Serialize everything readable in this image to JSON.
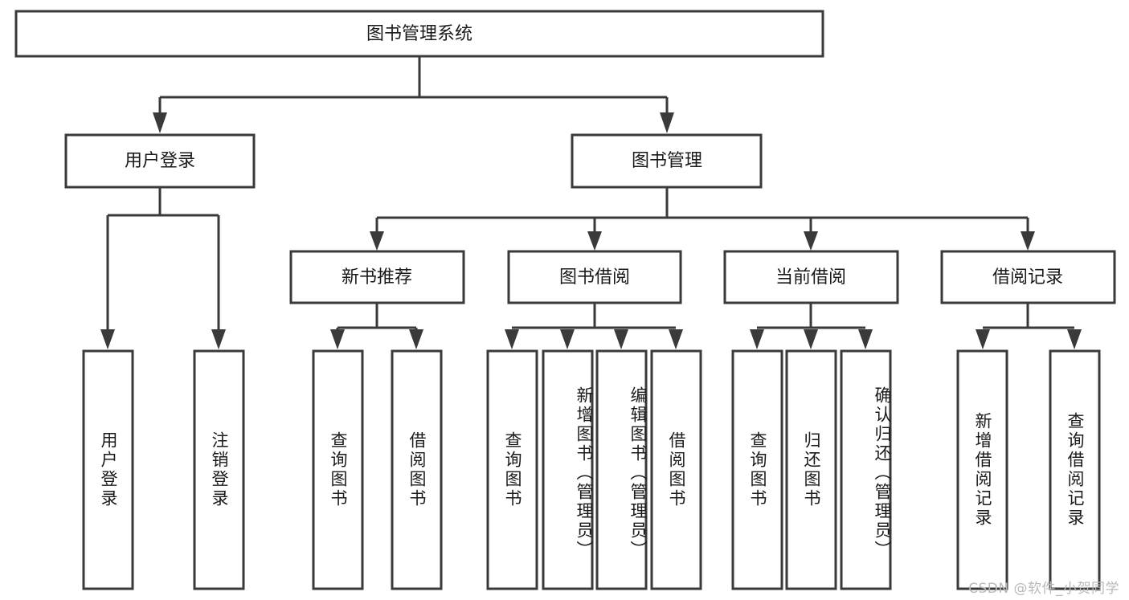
{
  "diagram": {
    "title": "图书管理系统",
    "type": "tree-hierarchy",
    "watermark": "CSDN @软件_小贺同学",
    "colors": {
      "stroke": "#3a3a3a",
      "fill": "#ffffff",
      "text": "#1a1a1a",
      "watermark": "#b9b9b9"
    },
    "root": {
      "label": "图书管理系统"
    },
    "level2": [
      {
        "label": "用户登录"
      },
      {
        "label": "图书管理"
      }
    ],
    "level3": [
      {
        "label": "新书推荐"
      },
      {
        "label": "图书借阅"
      },
      {
        "label": "当前借阅"
      },
      {
        "label": "借阅记录"
      }
    ],
    "leaves": {
      "user_login": [
        {
          "label": "用户登录"
        },
        {
          "label": "注销登录"
        }
      ],
      "new_book_recommend": [
        {
          "label": "查询图书"
        },
        {
          "label": "借阅图书"
        }
      ],
      "book_borrow": [
        {
          "label": "查询图书"
        },
        {
          "label": "新增图书（管理员）"
        },
        {
          "label": "编辑图书（管理员）"
        },
        {
          "label": "借阅图书"
        }
      ],
      "current_borrow": [
        {
          "label": "查询图书"
        },
        {
          "label": "归还图书"
        },
        {
          "label": "确认归还（管理员）"
        }
      ],
      "borrow_record": [
        {
          "label": "新增借阅记录"
        },
        {
          "label": "查询借阅记录"
        }
      ]
    }
  }
}
